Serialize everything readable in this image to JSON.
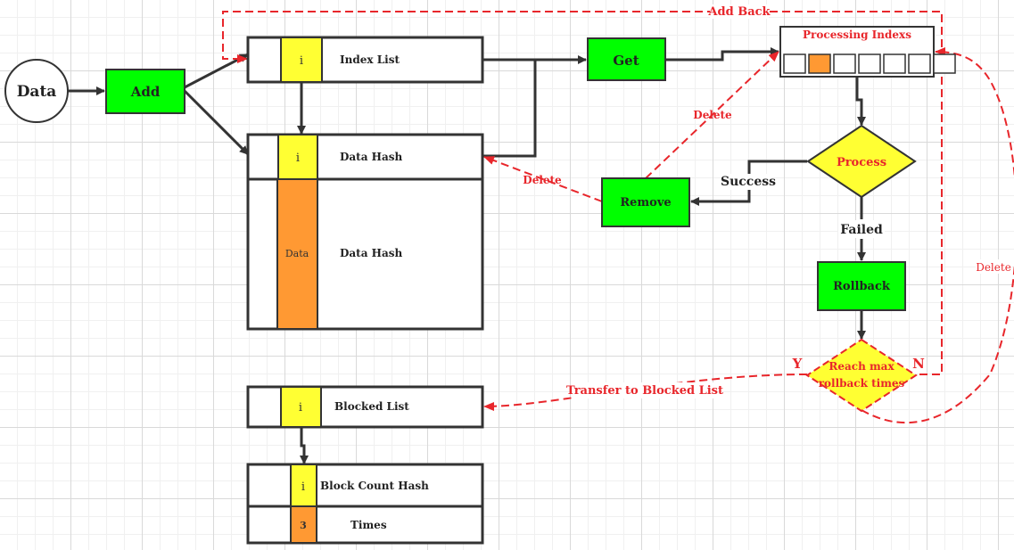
{
  "nodes": {
    "data_circle": "Data",
    "add": "Add",
    "get": "Get",
    "remove": "Remove",
    "rollback": "Rollback",
    "process": "Process",
    "reach_line1": "Reach max",
    "reach_line2": "rollback times"
  },
  "index_list": {
    "key": "i",
    "label": "Index List"
  },
  "data_hash": {
    "key": "i",
    "label": "Data Hash",
    "value": "Data",
    "value_label": "Data Hash"
  },
  "processing_indexes": {
    "title": "Processing Indexs",
    "slot_count": 7,
    "active_slot": 2
  },
  "blocked_list": {
    "key": "i",
    "label": "Blocked List"
  },
  "block_count_hash": {
    "key": "i",
    "label": "Block Count Hash",
    "value": "3",
    "value_label": "Times"
  },
  "edges": {
    "add_back": "Add Back",
    "delete_to_processing": "Delete",
    "delete_to_hash": "Delete",
    "success": "Success",
    "failed": "Failed",
    "yes": "Y",
    "no": "N",
    "transfer": "Transfer to Blocked List",
    "delete_right": "Delete"
  },
  "colors": {
    "green": "#00ff00",
    "yellow": "#ffff33",
    "orange": "#ff9933",
    "red": "#e8262b",
    "stroke": "#333333"
  }
}
